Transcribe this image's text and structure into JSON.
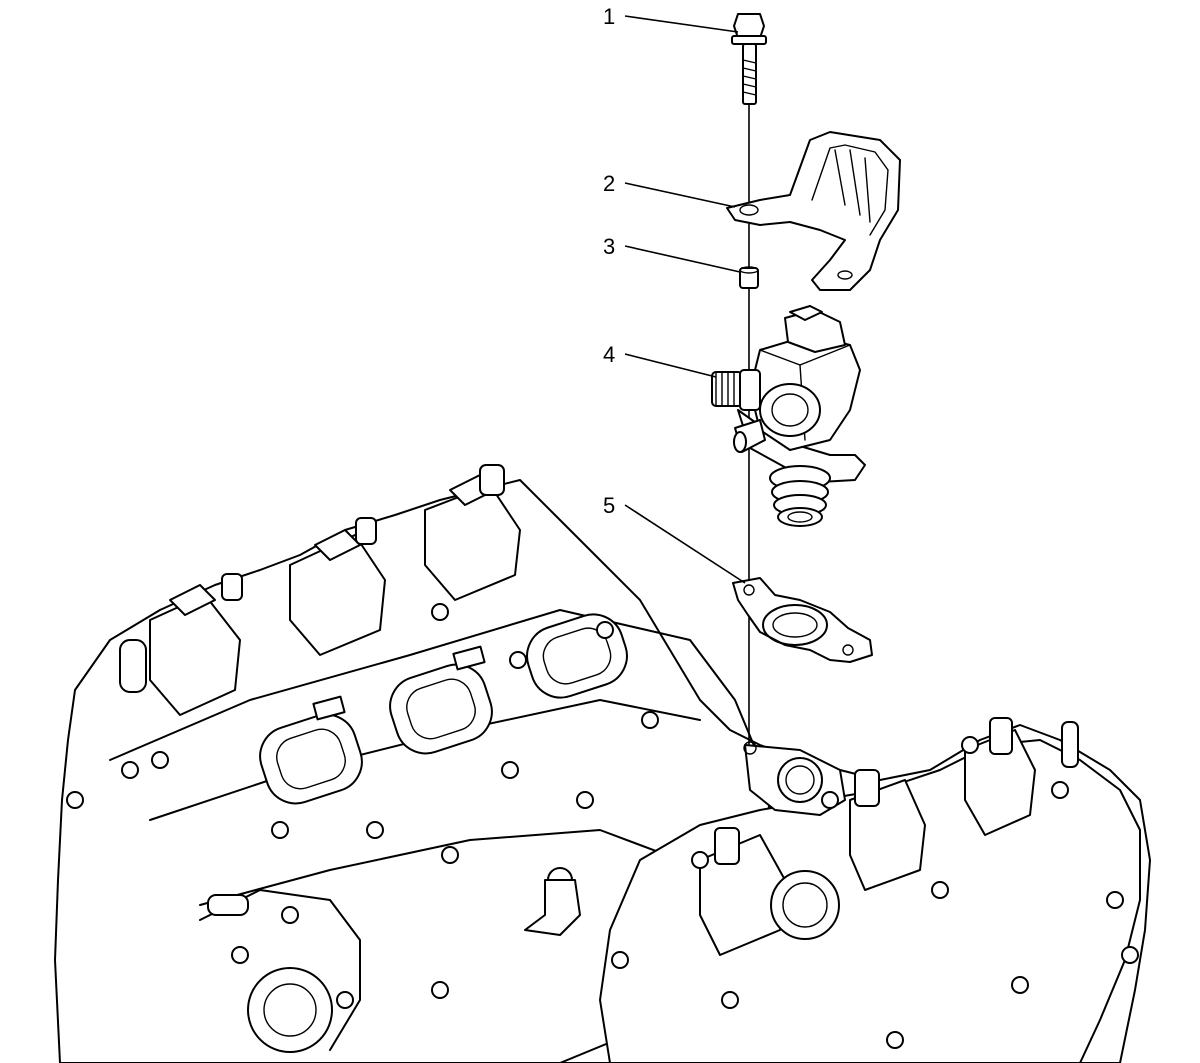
{
  "callouts": [
    {
      "number": "1",
      "part": "bolt"
    },
    {
      "number": "2",
      "part": "shield"
    },
    {
      "number": "3",
      "part": "spacer"
    },
    {
      "number": "4",
      "part": "pump"
    },
    {
      "number": "5",
      "part": "gasket"
    }
  ],
  "colors": {
    "ink": "#000000",
    "background": "#ffffff"
  }
}
